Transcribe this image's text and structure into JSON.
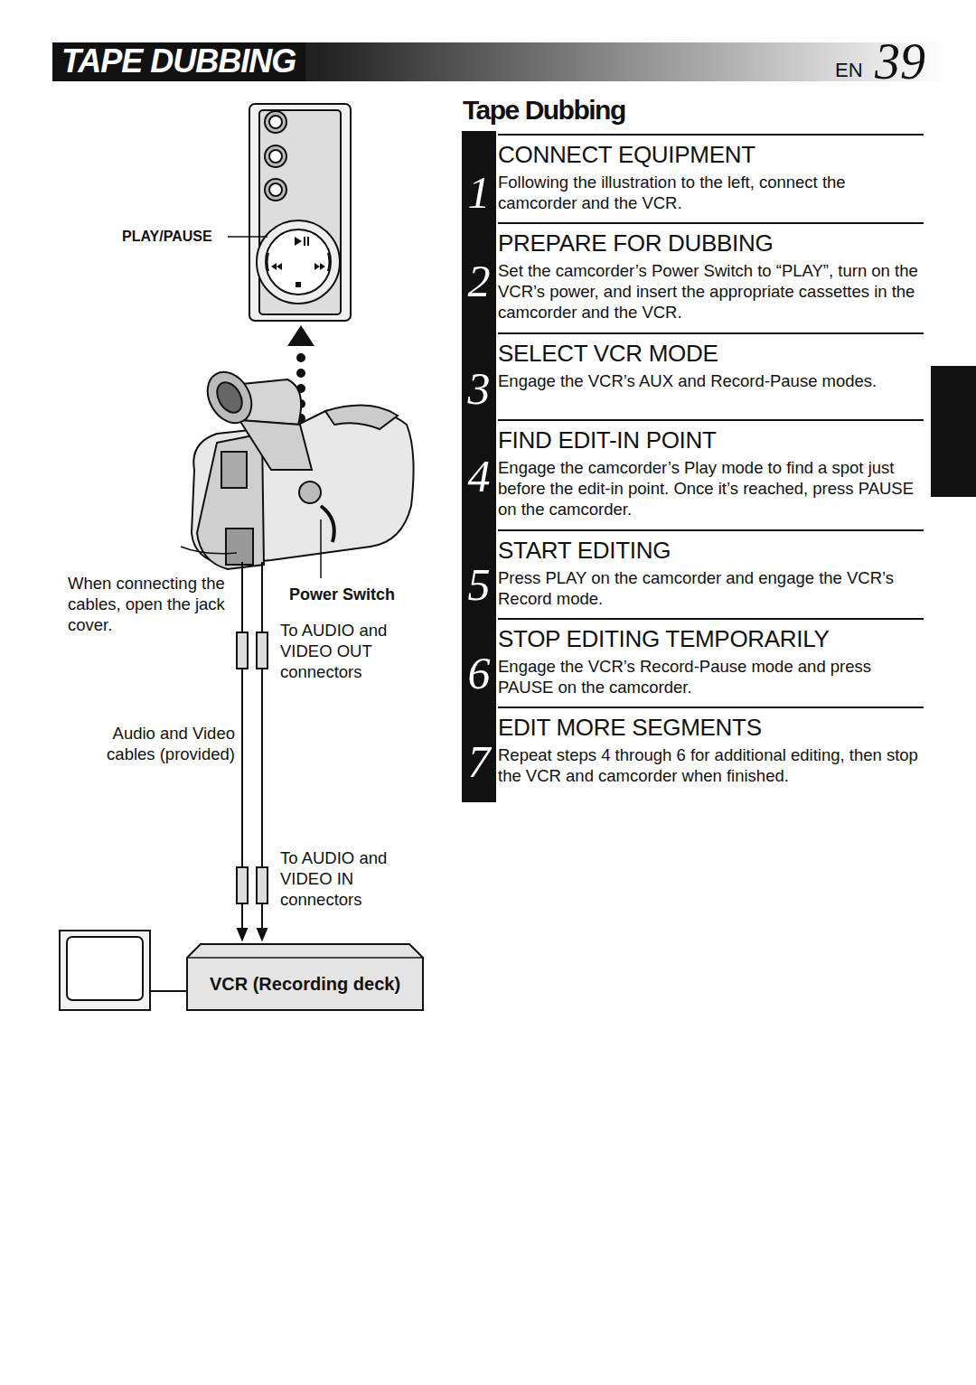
{
  "diagram": {
    "title": "TAPE DUBBING",
    "nodes": [
      {
        "text": [
          "CONNECT EQUIPMENT",
          "Following the illustration to the left, connect the camcorder and the VCR."
        ]
      },
      {
        "text": [
          "PREPARE FOR DUBBING",
          "Set the camcorder’s Power Switch to “PLAY”, turn on the VCR’s power, and insert the appropriate cassettes in the camcorder and the VCR."
        ]
      },
      {
        "text": [
          "SELECT VCR MODE",
          "Engage the VCR’s AUX and Record-Pause modes."
        ]
      },
      {
        "text": [
          "FIND EDIT-IN POINT",
          "Engage the camcorder’s Play mode to find a spot just before the edit-in point. Once it’s reached, press PAUSE on the camcorder."
        ]
      },
      {
        "text": [
          "START EDITING",
          "Press PLAY on the camcorder and engage the VCR’s Record mode."
        ]
      },
      {
        "text": [
          "STOP EDITING TEMPORARILY",
          "Engage the VCR’s Record-Pause mode and press PAUSE on the camcorder."
        ]
      },
      {
        "text": [
          "EDIT MORE SEGMENTS",
          "Repeat steps 4 through 6 for additional editing, then stop the VCR and camcorder when finished."
        ]
      },
      {
        "text": [
          "VCR (Recording deck)"
        ]
      }
    ],
    "labels": [
      "EN",
      "39",
      "Tape Dubbing",
      "1",
      "2",
      "3",
      "4",
      "5",
      "6",
      "7",
      "PLAY/PAUSE",
      "When connecting the cables, open the jack cover.",
      "Power Switch",
      "To AUDIO and VIDEO OUT connectors",
      "Audio and Video cables (provided)",
      "To AUDIO and VIDEO IN connectors"
    ]
  }
}
